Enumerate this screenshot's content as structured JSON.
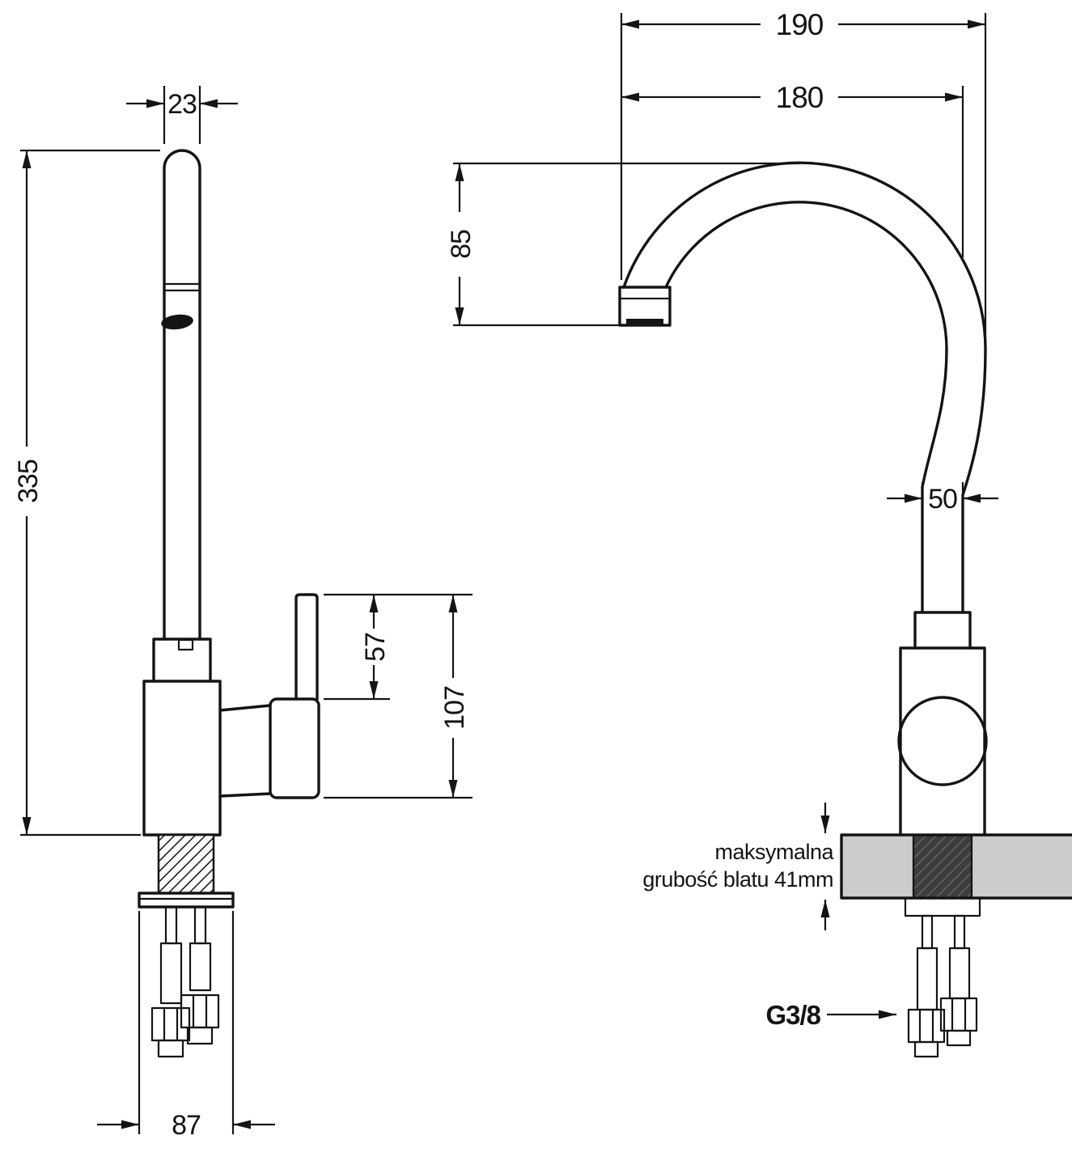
{
  "drawing": {
    "side_view": {
      "spout_diameter": "23",
      "total_height": "335",
      "handle_height": "57",
      "body_height": "107",
      "base_width": "87"
    },
    "front_view": {
      "total_reach": "190",
      "spout_reach": "180",
      "spout_height": "85",
      "pipe_width": "50",
      "thread_label": "G3/8",
      "countertop_note_line1": "maksymalna",
      "countertop_note_line2": "grubość blatu 41mm"
    }
  }
}
